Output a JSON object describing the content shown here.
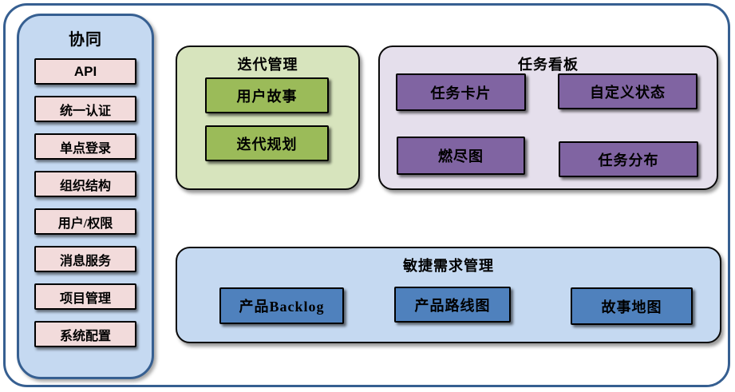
{
  "colors": {
    "frame_border": "#365F91",
    "sidebar_bg": "#C5D9F1",
    "sidebar_border": "#365F91",
    "pink_box": "#F2DBDB",
    "green_panel_bg": "#D7E4BD",
    "green_box": "#9BBB59",
    "purple_panel_bg": "#E5DFEC",
    "purple_box": "#8064A2",
    "blue_panel_bg": "#C5D9F1",
    "blue_box": "#4F81BD",
    "box_border": "#000000"
  },
  "sidebar": {
    "title": "协同",
    "items": [
      "API",
      "统一认证",
      "单点登录",
      "组织结构",
      "用户/权限",
      "消息服务",
      "项目管理",
      "系统配置"
    ]
  },
  "panels": {
    "iteration": {
      "title": "迭代管理",
      "items": [
        "用户故事",
        "迭代规划"
      ]
    },
    "task_board": {
      "title": "任务看板",
      "items": [
        "任务卡片",
        "自定义状态",
        "燃尽图",
        "任务分布"
      ]
    },
    "agile_requirements": {
      "title": "敏捷需求管理",
      "items": [
        "产品Backlog",
        "产品路线图",
        "故事地图"
      ]
    }
  }
}
